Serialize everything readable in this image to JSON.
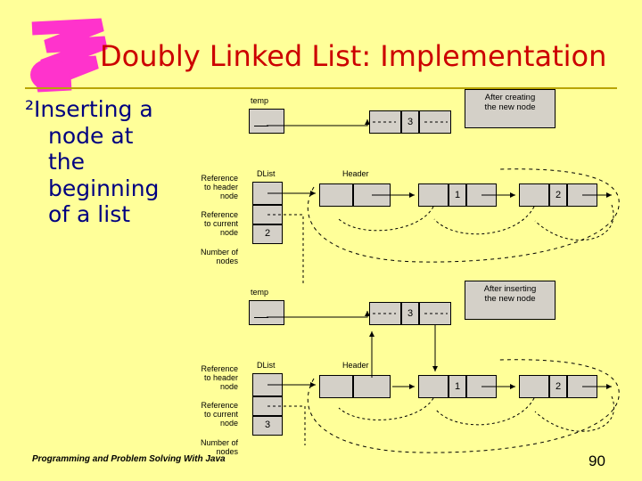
{
  "slide": {
    "title": "Doubly Linked List: Implementation",
    "bullet_mark": "²",
    "bullet_lines": [
      "Inserting a",
      "node at",
      "the",
      "beginning",
      "of a list"
    ],
    "footer": "Programming and Problem Solving With Java",
    "page_number": "90",
    "accent_color": "#cc0000",
    "bullet_color": "#000080",
    "background_color": "#ffff99",
    "box_color": "#d4d0c8"
  },
  "diagram_top": {
    "temp_label": "temp",
    "note": "After creating\nthe new node",
    "note_line1": "After creating",
    "note_line2": "the new node",
    "node_value": "3",
    "dlist_label": "DList",
    "header_label": "Header",
    "left_labels": [
      {
        "line1": "Reference",
        "line2": "to header",
        "line3": "node"
      },
      {
        "line1": "Reference",
        "line2": "to current",
        "line3": "node"
      },
      {
        "line1": "Number of",
        "line2": "nodes",
        "line3": ""
      }
    ],
    "count_value": "2",
    "node_values": [
      "1",
      "2"
    ]
  },
  "diagram_bottom": {
    "temp_label": "temp",
    "note_line1": "After inserting",
    "note_line2": "the new node",
    "node_value": "3",
    "dlist_label": "DList",
    "header_label": "Header",
    "left_labels": [
      {
        "line1": "Reference",
        "line2": "to header",
        "line3": "node"
      },
      {
        "line1": "Reference",
        "line2": "to current",
        "line3": "node"
      },
      {
        "line1": "Number of",
        "line2": "nodes",
        "line3": ""
      }
    ],
    "count_value": "3",
    "node_values": [
      "1",
      "2"
    ]
  }
}
